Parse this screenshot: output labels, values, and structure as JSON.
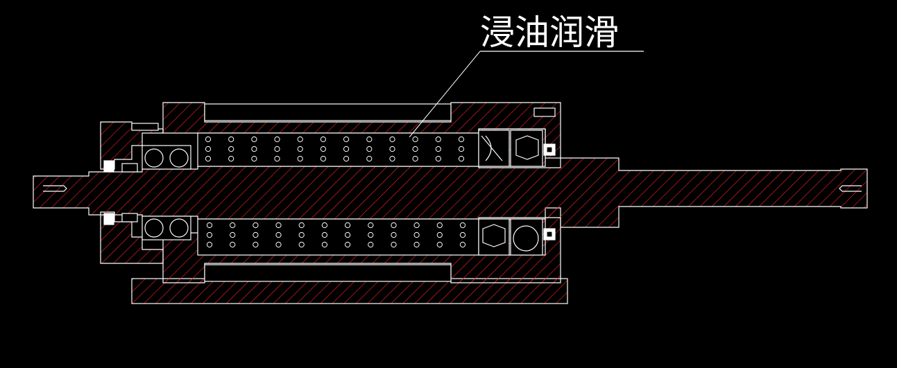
{
  "annotation": {
    "label": "浸油润滑"
  },
  "colors": {
    "background": "#000000",
    "outline": "#ffffff",
    "hatch": "#e02020"
  },
  "drawing": {
    "ball_rows": 3,
    "ball_columns": 12
  }
}
